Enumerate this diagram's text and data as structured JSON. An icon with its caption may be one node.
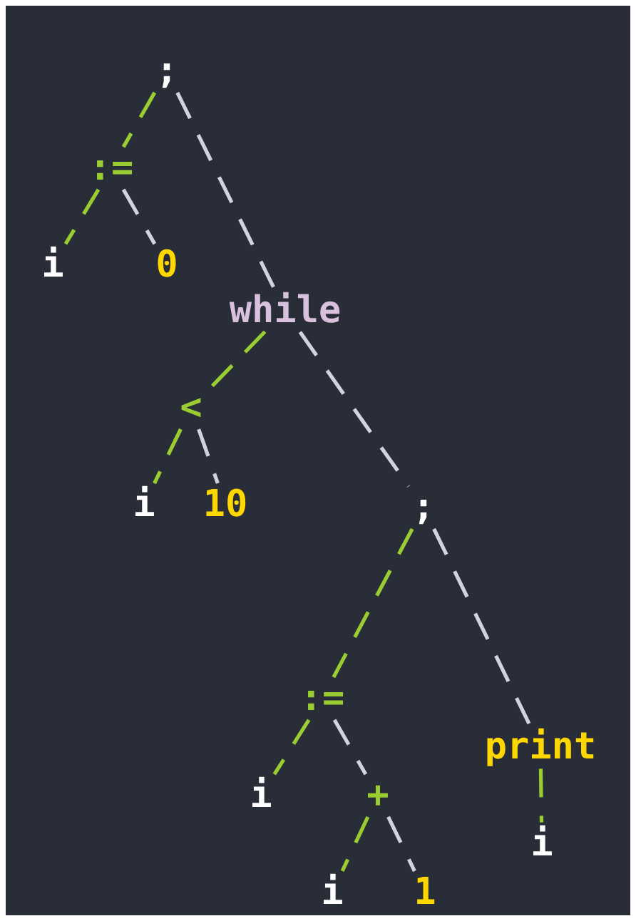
{
  "diagram": {
    "nodes": [
      {
        "text": [
          ";"
        ]
      },
      {
        "text": [
          ":="
        ]
      },
      {
        "text": [
          "i"
        ]
      },
      {
        "text": [
          "0"
        ]
      },
      {
        "text": [
          "while"
        ]
      },
      {
        "text": [
          "<"
        ]
      },
      {
        "text": [
          "i"
        ]
      },
      {
        "text": [
          "10"
        ]
      },
      {
        "text": [
          ";"
        ]
      },
      {
        "text": [
          ":="
        ]
      },
      {
        "text": [
          "i"
        ]
      },
      {
        "text": [
          "+"
        ]
      },
      {
        "text": [
          "print"
        ]
      },
      {
        "text": [
          "i"
        ]
      },
      {
        "text": [
          "i"
        ]
      },
      {
        "text": [
          "1"
        ]
      }
    ],
    "edges": [
      {
        "from": 0,
        "to": 1,
        "arrow": "none",
        "style": "dashed",
        "color": "#9acd32"
      },
      {
        "from": 0,
        "to": 4,
        "arrow": "none",
        "style": "dashed",
        "color": "#d0d4dc"
      },
      {
        "from": 1,
        "to": 2,
        "arrow": "none",
        "style": "dashed",
        "color": "#9acd32"
      },
      {
        "from": 1,
        "to": 3,
        "arrow": "none",
        "style": "dashed",
        "color": "#d0d4dc"
      },
      {
        "from": 4,
        "to": 5,
        "arrow": "none",
        "style": "dashed",
        "color": "#9acd32"
      },
      {
        "from": 4,
        "to": 8,
        "arrow": "none",
        "style": "dashed",
        "color": "#d0d4dc"
      },
      {
        "from": 5,
        "to": 6,
        "arrow": "none",
        "style": "dashed",
        "color": "#9acd32"
      },
      {
        "from": 5,
        "to": 7,
        "arrow": "none",
        "style": "dashed",
        "color": "#d0d4dc"
      },
      {
        "from": 8,
        "to": 9,
        "arrow": "none",
        "style": "dashed",
        "color": "#9acd32"
      },
      {
        "from": 8,
        "to": 12,
        "arrow": "none",
        "style": "dashed",
        "color": "#d0d4dc"
      },
      {
        "from": 9,
        "to": 10,
        "arrow": "none",
        "style": "dashed",
        "color": "#9acd32"
      },
      {
        "from": 9,
        "to": 11,
        "arrow": "none",
        "style": "dashed",
        "color": "#d0d4dc"
      },
      {
        "from": 11,
        "to": 14,
        "arrow": "none",
        "style": "dashed",
        "color": "#9acd32"
      },
      {
        "from": 11,
        "to": 15,
        "arrow": "none",
        "style": "dashed",
        "color": "#d0d4dc"
      },
      {
        "from": 12,
        "to": 13,
        "arrow": "none",
        "style": "dashed",
        "color": "#9acd32"
      }
    ]
  }
}
